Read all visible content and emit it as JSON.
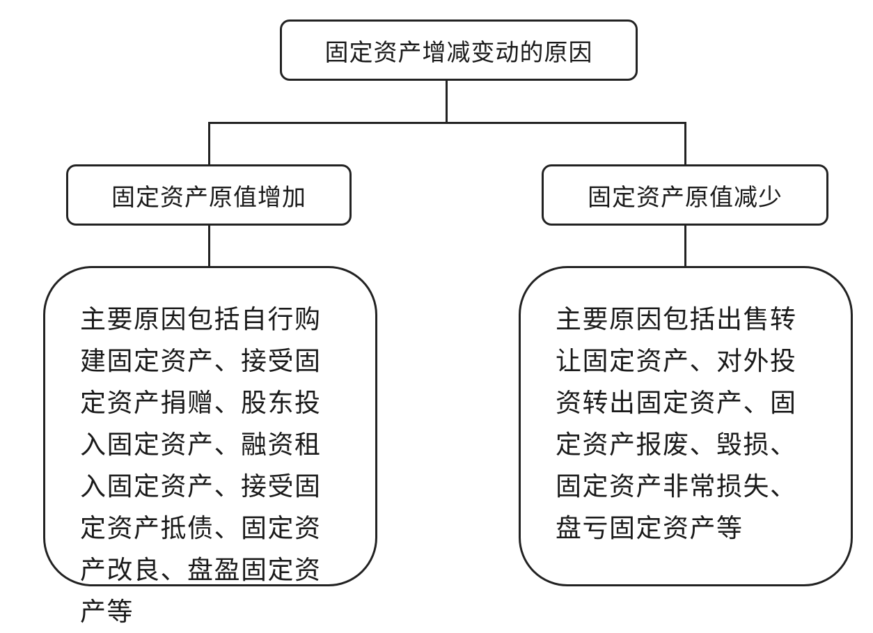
{
  "diagram": {
    "root": {
      "label": "固定资产增减变动的原因"
    },
    "branches": [
      {
        "label": "固定资产原值增加",
        "detail": "主要原因包括自行购建固定资产、接受固定资产捐赠、股东投入固定资产、融资租入固定资产、接受固定资产抵债、固定资产改良、盘盈固定资产等"
      },
      {
        "label": "固定资产原值减少",
        "detail": "主要原因包括出售转让固定资产、对外投资转出固定资产、固定资产报废、毁损、固定资产非常损失、盘亏固定资产等"
      }
    ]
  }
}
